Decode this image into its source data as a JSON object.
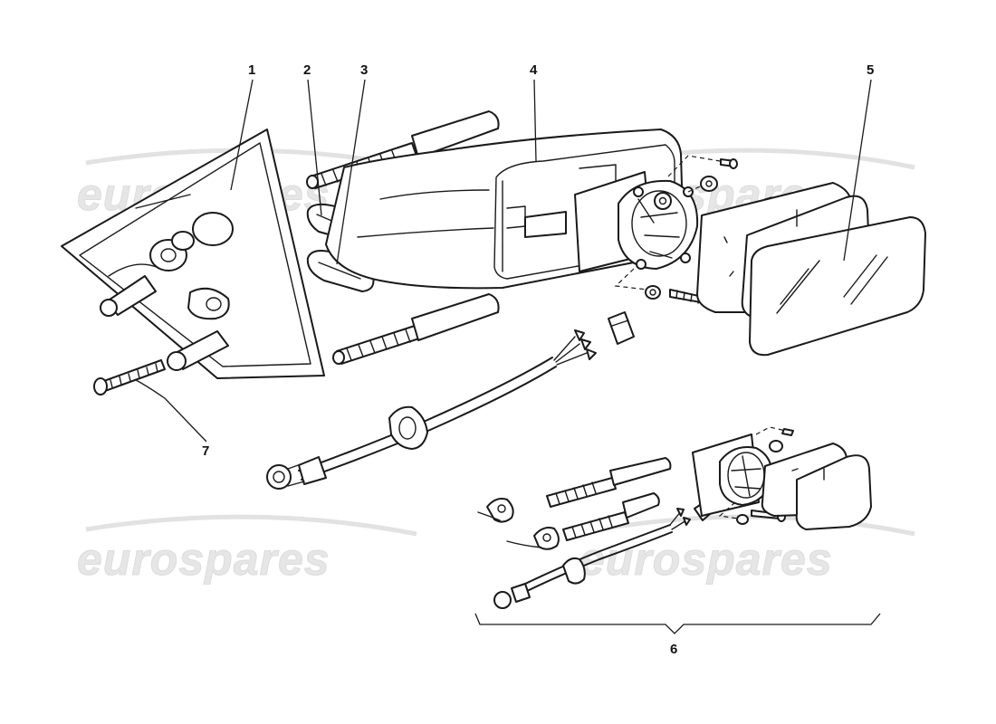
{
  "watermark": {
    "text": "eurospares"
  },
  "callouts": [
    {
      "id": "1",
      "label": "1"
    },
    {
      "id": "2",
      "label": "2"
    },
    {
      "id": "3",
      "label": "3"
    },
    {
      "id": "4",
      "label": "4"
    },
    {
      "id": "5",
      "label": "5"
    },
    {
      "id": "6",
      "label": "6"
    },
    {
      "id": "7",
      "label": "7"
    }
  ],
  "icons": {
    "mirror_base": "mirror-base-icon",
    "gasket": "gasket-icon",
    "mirror_housing": "mirror-housing-icon",
    "mirror_glass": "mirror-glass-icon",
    "motor": "adjustment-motor-icon",
    "screw": "screw-icon",
    "cable": "wiring-harness-icon",
    "kit": "repair-kit-icon"
  }
}
